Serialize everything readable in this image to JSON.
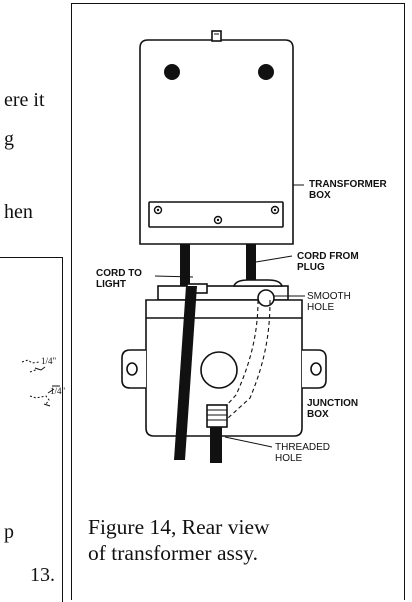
{
  "left_column": {
    "line1": "ere it",
    "line2": "g",
    "line3": "hen",
    "line4": "p",
    "line5": "13.",
    "sketch_dim1": "1/4\"",
    "sketch_dim2": "1/4\""
  },
  "figure": {
    "callouts": {
      "transformer_box": [
        "TRANSFORMER",
        "BOX"
      ],
      "cord_from_plug": [
        "CORD FROM",
        "PLUG"
      ],
      "cord_to_light": [
        "CORD TO",
        "LIGHT"
      ],
      "smooth_hole": [
        "SMOOTH",
        "HOLE"
      ],
      "junction_box": [
        "JUNCTION",
        "BOX"
      ],
      "threaded_hole": [
        "THREADED",
        "HOLE"
      ]
    },
    "caption_line1": "Figure 14, Rear view",
    "caption_line2": "of transformer assy."
  }
}
